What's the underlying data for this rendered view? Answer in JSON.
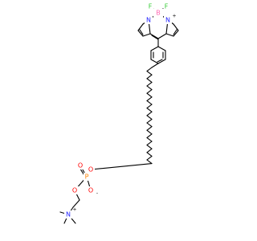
{
  "structure": {
    "atoms": {
      "F1": "F",
      "F2": "F",
      "B": "B",
      "N_left": "N",
      "N_right": "N",
      "O_ester1": "O",
      "O_ester2": "O",
      "O_double": "O",
      "O_minus": "O",
      "P": "P",
      "N_ammonium": "N"
    },
    "charges": {
      "B_minus": "-",
      "N_right_plus": "+",
      "O_minus": "-",
      "N_ammonium_plus": "+"
    },
    "colors": {
      "fluorine": "#33cc33",
      "boron": "#ff69b4",
      "nitrogen": "#2222ff",
      "oxygen": "#ff0000",
      "phosphorus": "#ff8000",
      "carbon": "#000000"
    }
  }
}
